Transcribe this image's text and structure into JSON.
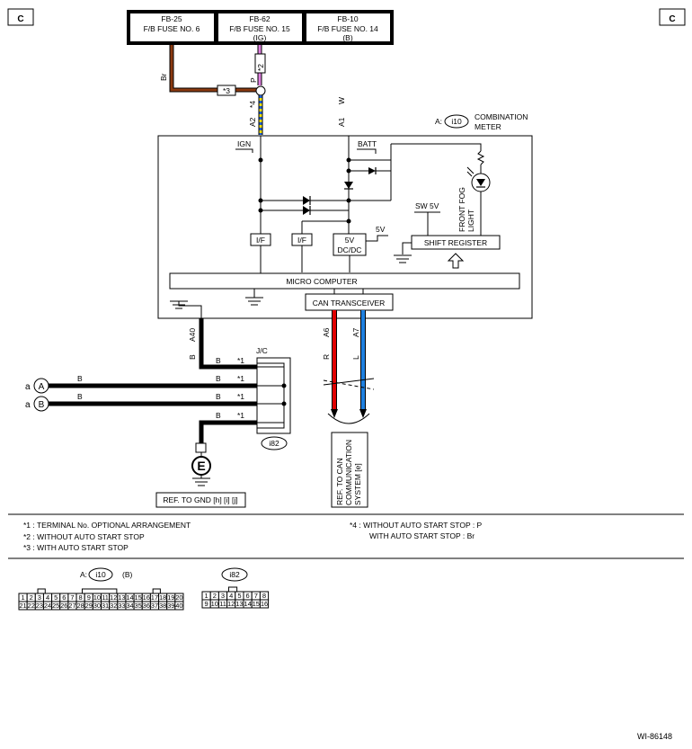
{
  "corner_marks": {
    "left": "C",
    "right": "C"
  },
  "fuses": [
    {
      "id": "FB-25",
      "name": "F/B FUSE NO. 6",
      "note": ""
    },
    {
      "id": "FB-62",
      "name": "F/B FUSE NO. 15",
      "note": "(IG)"
    },
    {
      "id": "FB-10",
      "name": "F/B FUSE NO. 14",
      "note": "(B)"
    }
  ],
  "wire_colors": {
    "br": "Br",
    "p": "P",
    "w": "W",
    "b": "B",
    "r": "R",
    "l": "L"
  },
  "terminals": {
    "a2": "A2",
    "a1": "A1",
    "a40": "A40",
    "a6": "A6",
    "a7": "A7"
  },
  "stars": {
    "s1": "*1",
    "s2": "*2",
    "s3": "*3",
    "s4": "*4"
  },
  "meter": {
    "connector_prefix": "A:",
    "connector_id": "i10",
    "title_line1": "COMBINATION",
    "title_line2": "METER",
    "ign": "IGN",
    "batt": "BATT",
    "if": "I/F",
    "dcdc_line1": "5V",
    "dcdc_line2": "DC/DC",
    "v5": "5V",
    "sw5v": "SW 5V",
    "shift_register": "SHIFT REGISTER",
    "fog_line1": "FRONT FOG",
    "fog_line2": "LIGHT",
    "micro": "MICRO COMPUTER",
    "can": "CAN TRANSCEIVER"
  },
  "jc": {
    "label": "J/C",
    "connector_id": "i82"
  },
  "terminal_refs": [
    {
      "prefix": "a",
      "letter": "A"
    },
    {
      "prefix": "a",
      "letter": "B"
    }
  ],
  "ground": {
    "letter": "E",
    "ref": "REF. TO GND [h] [i] [j]"
  },
  "can_ref": {
    "line1": "REF. TO CAN",
    "line2": "COMMUNICATION",
    "line3": "SYSTEM [e]"
  },
  "notes": {
    "n1": "*1 : TERMINAL No. OPTIONAL ARRANGEMENT",
    "n2": "*2 : WITHOUT AUTO START STOP",
    "n3": "*3 : WITH AUTO START STOP",
    "n4a": "*4 : WITHOUT AUTO START STOP : P",
    "n4b": "WITH AUTO START STOP : Br"
  },
  "connectors": {
    "i10": {
      "prefix": "A:",
      "id": "i10",
      "suffix": "(B)",
      "row1": [
        "1",
        "2",
        "3",
        "4",
        "5",
        "6",
        "7",
        "8",
        "9",
        "10",
        "11",
        "12",
        "13",
        "14",
        "15",
        "16",
        "17",
        "18",
        "19",
        "20"
      ],
      "row2": [
        "21",
        "22",
        "23",
        "24",
        "25",
        "26",
        "27",
        "28",
        "29",
        "30",
        "31",
        "32",
        "33",
        "34",
        "35",
        "36",
        "37",
        "38",
        "39",
        "40"
      ]
    },
    "i82": {
      "id": "i82",
      "row1": [
        "1",
        "2",
        "3",
        "4",
        "5",
        "6",
        "7",
        "8"
      ],
      "row2": [
        "9",
        "10",
        "11",
        "12",
        "13",
        "14",
        "15",
        "16"
      ]
    }
  },
  "colors": {
    "br_wire": "#8B3A10",
    "p_wire": "#E080E0",
    "r_wire": "#E00000",
    "l_wire": "#1E80E0",
    "w_stripe": "#F5E000",
    "w_stripe2": "#2060D0"
  },
  "figure_id": "WI-86148"
}
